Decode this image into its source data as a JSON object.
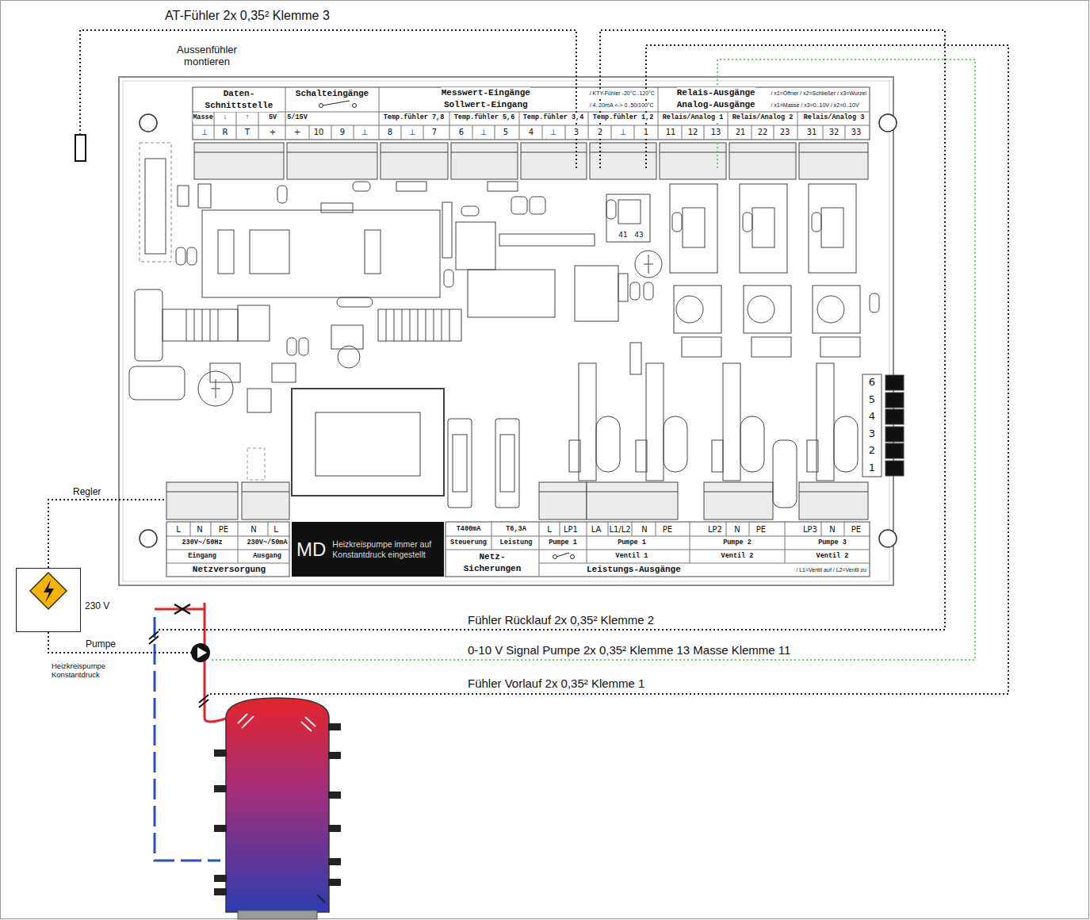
{
  "diagram": {
    "nodes": [
      {
        "text": [
          "Daten- Schnittstelle"
        ]
      },
      {
        "text": [
          "Schalteingänge"
        ]
      },
      {
        "text": [
          "Messwert-Eingänge",
          "/ KTY-Fühler -20°C..120°C",
          "Sollwert-Eingang",
          "/ 4..20mA <-> 0..50/100°C"
        ]
      },
      {
        "text": [
          "Relais-Ausgänge",
          "/ x1=Öffner / x2=Schließer / x3=Wurzel",
          "Analog-Ausgänge",
          "/ x1=Masse / x3=0..10V / x2=0..10V"
        ]
      },
      {
        "text": [
          "Netzversorgung"
        ]
      },
      {
        "text": [
          "MD",
          "Heizkreispumpe immer auf Konstantdruck eingestellt"
        ]
      },
      {
        "text": [
          "Netz- Sicherungen"
        ]
      },
      {
        "text": [
          "Leistungs-Ausgänge",
          "/ L1=Ventil auf / L2=Ventil zu"
        ]
      },
      {
        "text": [
          "230 V"
        ]
      }
    ],
    "edges": [
      {
        "from": 8,
        "to": 4,
        "arrow": "none",
        "label": "Regler"
      }
    ],
    "labels": [
      "Masse",
      "↓",
      "↑",
      "5V",
      "5/15V",
      "Temp.fühler 7,8",
      "Temp.fühler 5,6",
      "Temp.fühler 3,4",
      "Temp.fühler 1,2",
      "Relais/Analog 1",
      "Relais/Analog 2",
      "Relais/Analog 3",
      "⊥",
      "R",
      "T",
      "+",
      "+",
      "10",
      "9",
      "⊥",
      "8",
      "⊥",
      "7",
      "6",
      "⊥",
      "5",
      "4",
      "⊥",
      "3",
      "2",
      "⊥",
      "1",
      "11",
      "12",
      "13",
      "21",
      "22",
      "23",
      "31",
      "32",
      "33",
      "41",
      "43",
      "6",
      "5",
      "4",
      "3",
      "2",
      "1",
      "L",
      "N",
      "PE",
      "N",
      "L",
      "230V~/50Hz",
      "230V~/50mA",
      "Eingang",
      "Ausgang",
      "T400mA",
      "T6,3A",
      "Steuerung",
      "Leistung",
      "L",
      "LP1",
      "LA",
      "L1/L2",
      "N",
      "PE",
      "LP2",
      "N",
      "PE",
      "LP3",
      "N",
      "PE",
      "Pumpe 1",
      "Pumpe 1",
      "Pumpe 2",
      "Pumpe 3",
      "Ventil 1",
      "Ventil 2",
      "Ventil 2",
      "AT-Fühler 2x 0,35² Klemme 3",
      "Aussenfühler montieren",
      "Pumpe",
      "Heizkreispumpe Konstantdruck",
      "Fühler Rücklauf 2x 0,35² Klemme 2",
      "0-10 V Signal Pumpe 2x 0,35² Klemme 13 Masse Klemme 11",
      "Fühler Vorlauf 2x 0,35² Klemme 1"
    ]
  }
}
